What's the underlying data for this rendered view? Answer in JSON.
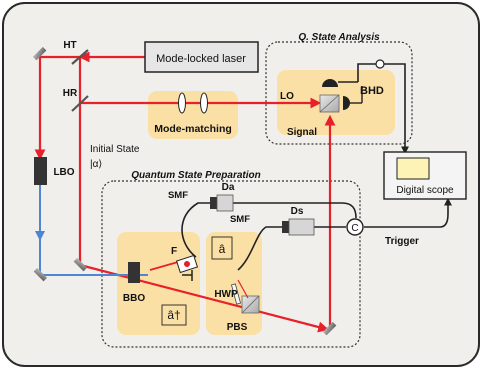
{
  "labels": {
    "ht": "HT",
    "hr": "HR",
    "laser": "Mode-locked laser",
    "mode_matching": "Mode-matching",
    "lo": "LO",
    "signal": "Signal",
    "bhd": "BHD",
    "q_state_analysis": "Q. State Analysis",
    "initial_state_line1": "Initial State",
    "initial_state_line2": "|α⟩",
    "lbo": "LBO",
    "quantum_state_prep": "Quantum State Preparation",
    "smf_top": "SMF",
    "da": "Da",
    "smf_mid": "SMF",
    "ds": "Ds",
    "coincidence": "C",
    "digital_scope": "Digital scope",
    "trigger": "Trigger",
    "f": "F",
    "bbo": "BBO",
    "a_hat": "â",
    "a_dagger": "â†",
    "hwp": "HWP",
    "pbs": "PBS"
  },
  "colors": {
    "beam_red": "#e8202a",
    "beam_blue": "#4f86d4",
    "fiber": "#222222",
    "highlight": "#fbe0a6",
    "panel": "#f1efeb"
  }
}
